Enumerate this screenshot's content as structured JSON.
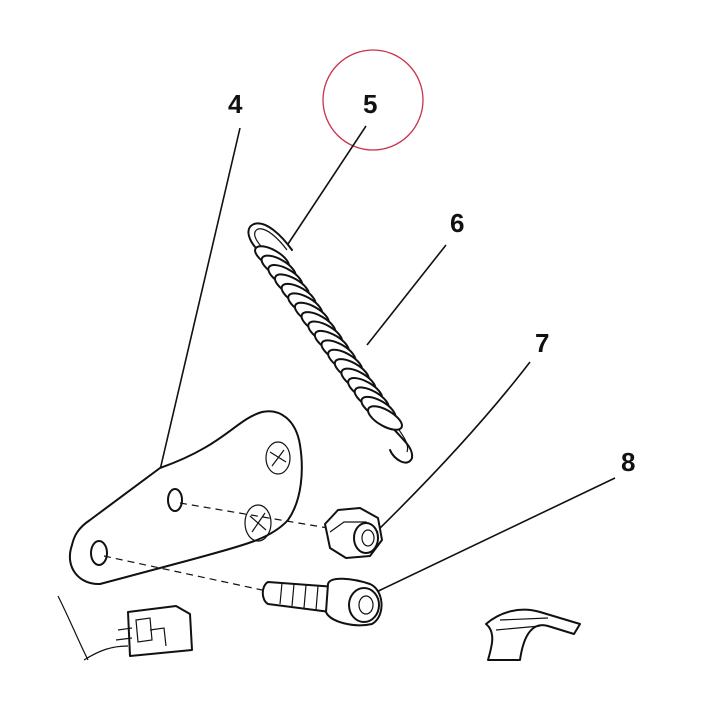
{
  "diagram": {
    "callouts": [
      {
        "id": "4",
        "label": "4"
      },
      {
        "id": "5",
        "label": "5"
      },
      {
        "id": "6",
        "label": "6"
      },
      {
        "id": "7",
        "label": "7"
      },
      {
        "id": "8",
        "label": "8"
      }
    ],
    "colors": {
      "line": "#111111",
      "highlight-circle": "#c8324a",
      "background": "#ffffff"
    }
  }
}
